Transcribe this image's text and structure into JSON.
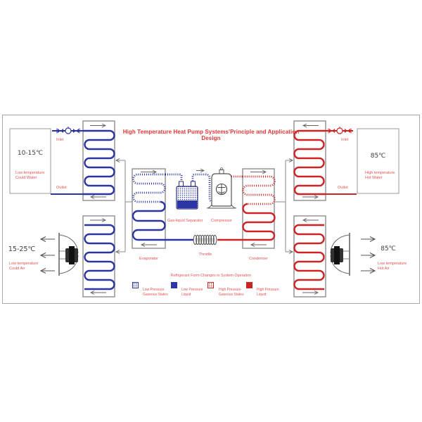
{
  "title": "High Temperature Heat Pump Systems'Principle and Application Design",
  "water_loop_left": {
    "temperature": "10-15℃",
    "description": "Low temperature Could Water",
    "inlet_label": "Inlet",
    "outlet_label": "Outlet"
  },
  "water_loop_right": {
    "temperature": "85℃",
    "description": "High temperature Hot Water",
    "inlet_label": "Inlet",
    "outlet_label": "Outlet"
  },
  "air_loop_left": {
    "temperature": "15-25℃",
    "description": "Low temperature Could Air"
  },
  "air_loop_right": {
    "temperature": "85℃",
    "description": "Low temperature Hot Air"
  },
  "components": {
    "evaporator": "Evaporator",
    "separator": "Gas-liquid Separator",
    "compressor": "Compressor",
    "condenser": "Condenser",
    "throttle": "Throttle"
  },
  "legend": {
    "title": "Refrigerant Form Changes in System Operation",
    "items": [
      {
        "swatch": "dotted-blue",
        "label": "Low Pressure Gaseous States"
      },
      {
        "swatch": "solid-blue",
        "label": "Low Pressure Liquid"
      },
      {
        "swatch": "dotted-red",
        "label": "High Pressure Gaseous States"
      },
      {
        "swatch": "solid-red",
        "label": "High Pressure Liquid"
      }
    ]
  },
  "colors": {
    "low_pressure_blue": "#2b35a0",
    "high_pressure_red": "#cc2424",
    "label_red": "#e85050",
    "border_gray": "#999999"
  }
}
